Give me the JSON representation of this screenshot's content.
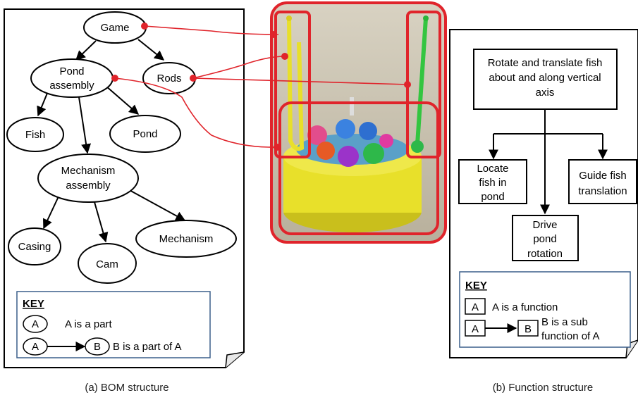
{
  "bom": {
    "nodes": {
      "game": "Game",
      "pond_assembly_1": "Pond",
      "pond_assembly_2": "assembly",
      "rods": "Rods",
      "fish": "Fish",
      "pond": "Pond",
      "mechanism_assembly_1": "Mechanism",
      "mechanism_assembly_2": "assembly",
      "casing": "Casing",
      "cam": "Cam",
      "mechanism": "Mechanism"
    },
    "key": {
      "title": "KEY",
      "sym_a": "A",
      "sym_b": "B",
      "row1": "A is a part",
      "row2": "B is a part of A"
    },
    "caption": "(a) BOM structure"
  },
  "function": {
    "nodes": {
      "rotate_1": "Rotate and translate fish",
      "rotate_2": "about and along vertical",
      "rotate_3": "axis",
      "locate_1": "Locate",
      "locate_2": "fish in",
      "locate_3": "pond",
      "guide_1": "Guide fish",
      "guide_2": "translation",
      "drive_1": "Drive",
      "drive_2": "pond",
      "drive_3": "rotation"
    },
    "key": {
      "title": "KEY",
      "sym_a": "A",
      "sym_b": "B",
      "row1": "A is a function",
      "row2_1": "B is a sub",
      "row2_2": "function of A"
    },
    "caption": "(b) Function structure"
  },
  "colors": {
    "link": "#e0242b",
    "key_border": "#3a5f8a",
    "photo_bg": "#c9c2b0",
    "toy_yellow": "#e8e02a"
  },
  "icons": {
    "photo": "fishing-game-toy-photo"
  }
}
